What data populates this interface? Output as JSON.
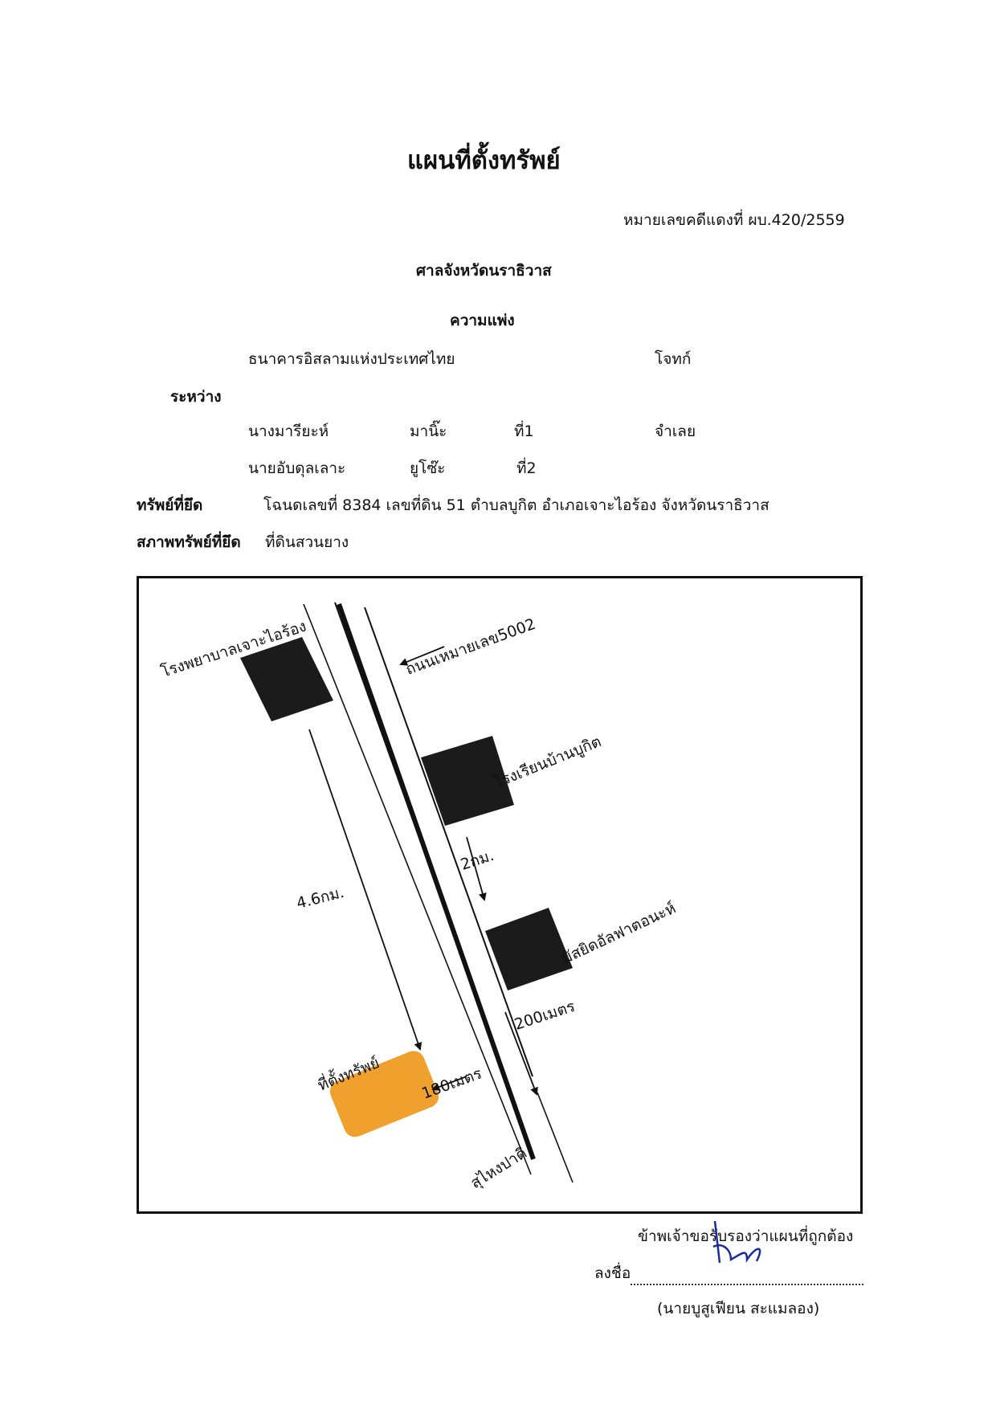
{
  "header": {
    "title": "แผนที่ตั้งทรัพย์",
    "case_number": "หมายเลขคดีแดงที่ ผบ.420/2559",
    "court": "ศาลจังหวัดนราธิวาส",
    "case_type": "ความแพ่ง"
  },
  "parties": {
    "plaintiff_name": "ธนาคารอิสลามแห่งประเทศไทย",
    "plaintiff_role": "โจทก์",
    "between": "ระหว่าง",
    "defendant1_first": "นางมารียะห์",
    "defendant1_last": "มานิ๊ะ",
    "defendant1_no": "ที่1",
    "defendant_role": "จำเลย",
    "defendant2_first": "นายอับดุลเลาะ",
    "defendant2_last": "ยูโซ๊ะ",
    "defendant2_no": "ที่2"
  },
  "property": {
    "seized_label": "ทรัพย์ที่ยึด",
    "seized_value": "โฉนดเลขที่ 8384 เลขที่ดิน 51 ตำบลบูกิต อำเภอเจาะไอร้อง จังหวัดนราธิวาส",
    "condition_label": "สภาพทรัพย์ที่ยึด",
    "condition_value": "ที่ดินสวนยาง"
  },
  "map": {
    "hospital": "โรงพยาบาลเจาะไอร้อง",
    "road": "ถนนเหมายเลข5002",
    "school": "โรงเรียนบ้านบูกิต",
    "mosque": "มัสยิดอัลฟาตอนะห์",
    "distance_total": "4.6กม.",
    "distance_school_mosque": "2กม.",
    "distance_mosque": "200เมตร",
    "distance_property": "180เมตร",
    "property_location": "ที่ตั้งทรัพย์",
    "direction": "สุไหงปาดี",
    "property_color": "#f0a02c",
    "building_color": "#1b1b1b"
  },
  "certification": {
    "statement": "ข้าพเจ้าขอรับรองว่าแผนที่ถูกต้อง",
    "sign_label": "ลงชื่อ",
    "signer": "(นายบูสูเฟียน  สะแมลอง)"
  }
}
